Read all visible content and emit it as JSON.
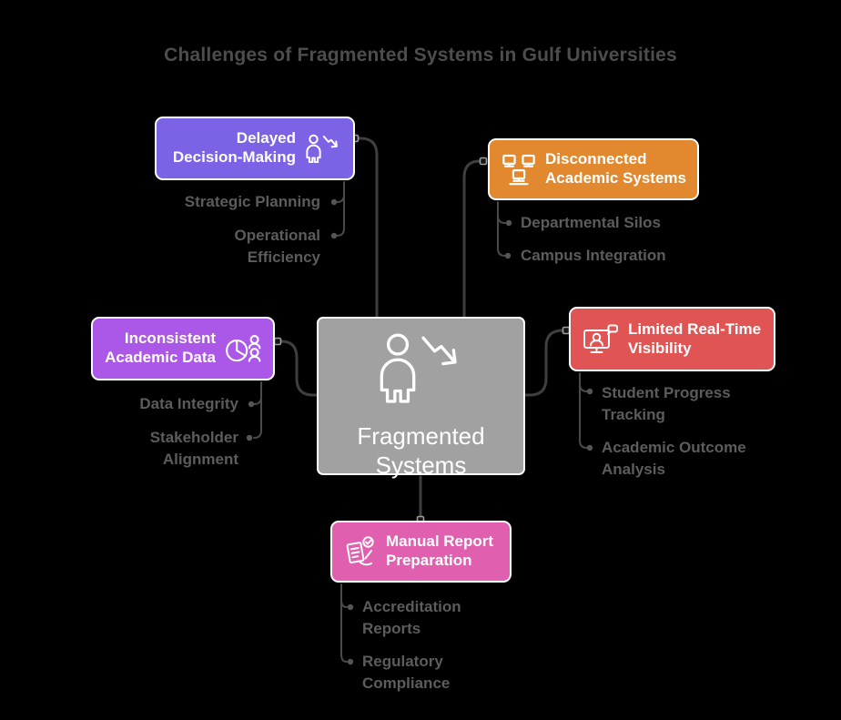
{
  "title": "Challenges of Fragmented Systems in Gulf Universities",
  "colors": {
    "background": "#000000",
    "connector": "#3F3F3F",
    "branch_connector": "#4A4A4A",
    "leaf_text": "#5C5C5C",
    "title_text": "#4D4D4D",
    "node_border": "#FFFFFF"
  },
  "center": {
    "label": "Fragmented Systems",
    "color": "#A1A1A1",
    "icon": "person-decline-icon"
  },
  "nodes": [
    {
      "label": "Delayed Decision-Making",
      "color": "#7C62E4",
      "icon": "person-decline-icon",
      "children": [
        "Strategic Planning",
        "Operational Efficiency"
      ]
    },
    {
      "label": "Disconnected Academic Systems",
      "color": "#E2882F",
      "icon": "network-monitors-icon",
      "children": [
        "Departmental Silos",
        "Campus Integration"
      ]
    },
    {
      "label": "Inconsistent Academic Data",
      "color": "#AB57E8",
      "icon": "pie-chart-people-icon",
      "children": [
        "Data Integrity",
        "Stakeholder Alignment"
      ]
    },
    {
      "label": "Limited Real-Time Visibility",
      "color": "#E05453",
      "icon": "monitor-person-icon",
      "children": [
        "Student Progress Tracking",
        "Academic Outcome Analysis"
      ]
    },
    {
      "label": "Manual Report Preparation",
      "color": "#E05FAF",
      "icon": "report-writing-icon",
      "children": [
        "Accreditation Reports",
        "Regulatory Compliance"
      ]
    }
  ]
}
